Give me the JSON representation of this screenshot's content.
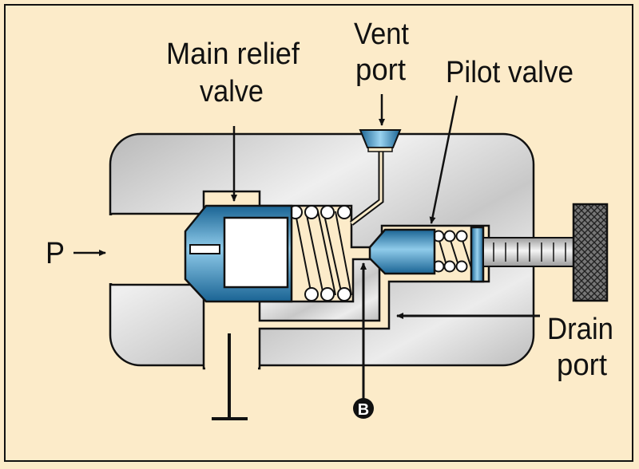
{
  "labels": {
    "main_relief_1": "Main relief",
    "main_relief_2": "valve",
    "vent_1": "Vent",
    "vent_2": "port",
    "pilot": "Pilot valve",
    "p": "P",
    "drain_1": "Drain",
    "drain_2": "port",
    "b": "B"
  },
  "colors": {
    "background": "#fcebc9",
    "body": "#d4d4d4",
    "spool_dark": "#1a6494",
    "spool_light": "#8fcbea"
  }
}
